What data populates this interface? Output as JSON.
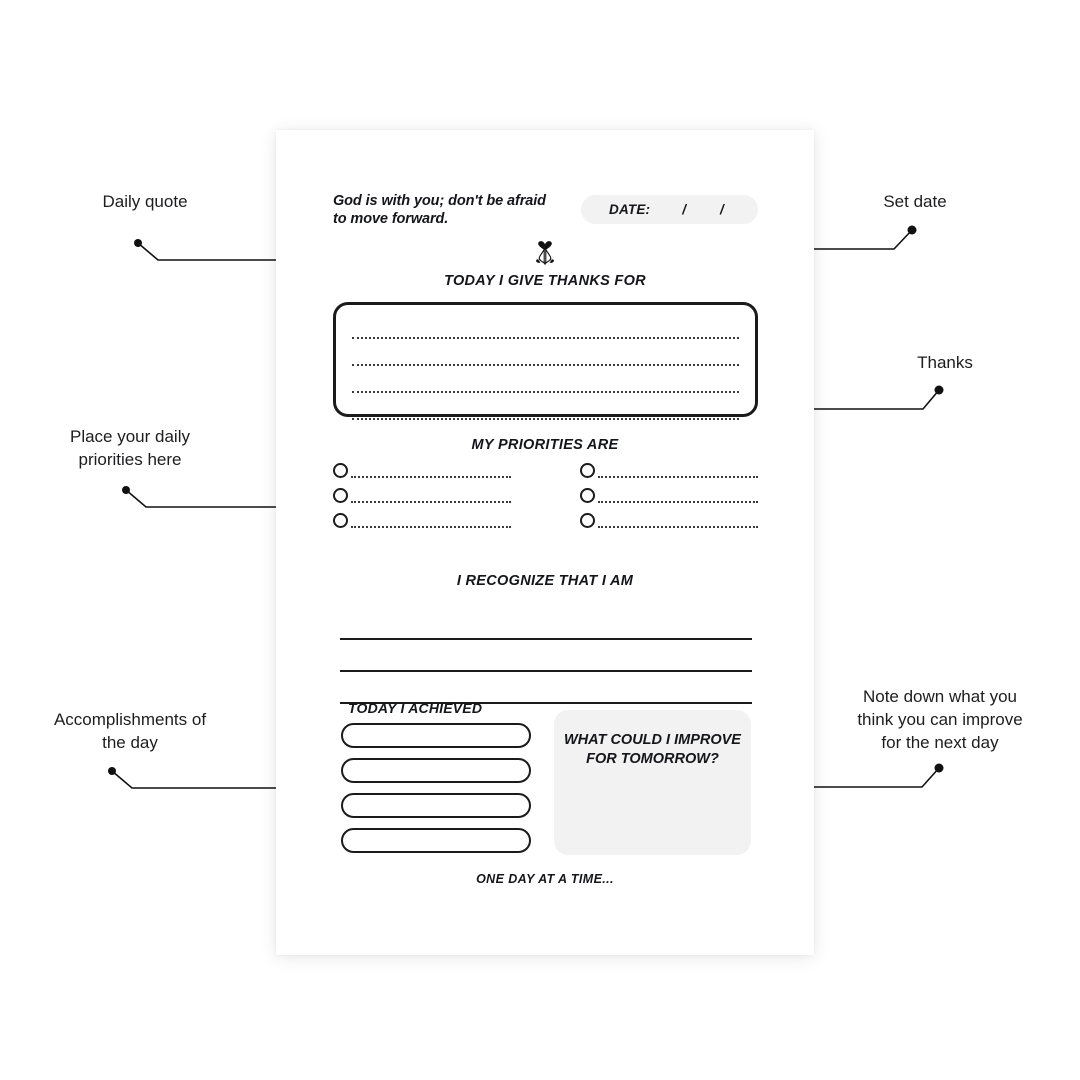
{
  "annotations": {
    "daily_quote": "Daily quote",
    "set_date": "Set date",
    "thanks": "Thanks",
    "priorities": "Place your daily\npriorities here",
    "accomplishments": "Accomplishments of\nthe day",
    "improve": "Note down what you\nthink you can improve\nfor the next day"
  },
  "sheet": {
    "quote": "God is with you; don't be afraid to move forward.",
    "date": {
      "label": "DATE:",
      "separator_1": "/",
      "separator_2": "/",
      "value_day": "",
      "value_month": "",
      "value_year": ""
    },
    "icon": "praying-hands-with-heart",
    "thanks": {
      "title": "TODAY I GIVE THANKS FOR",
      "lines": [
        "",
        "",
        "",
        ""
      ]
    },
    "priorities": {
      "title": "MY PRIORITIES ARE",
      "left_column": [
        "",
        "",
        ""
      ],
      "right_column": [
        "",
        "",
        ""
      ]
    },
    "recognize": {
      "title": "I RECOGNIZE THAT I AM",
      "lines": [
        "",
        "",
        ""
      ]
    },
    "achieved": {
      "title": "TODAY I ACHIEVED",
      "items": [
        "",
        "",
        "",
        ""
      ]
    },
    "improve": {
      "title": "WHAT COULD I IMPROVE FOR TOMORROW?",
      "value": ""
    },
    "footer": "ONE DAY AT A TIME..."
  },
  "colors": {
    "ink": "#1b1b1b",
    "text": "#15161a",
    "panel_gray": "#f2f2f2",
    "page_white": "#ffffff",
    "leader_line": "#111111"
  }
}
